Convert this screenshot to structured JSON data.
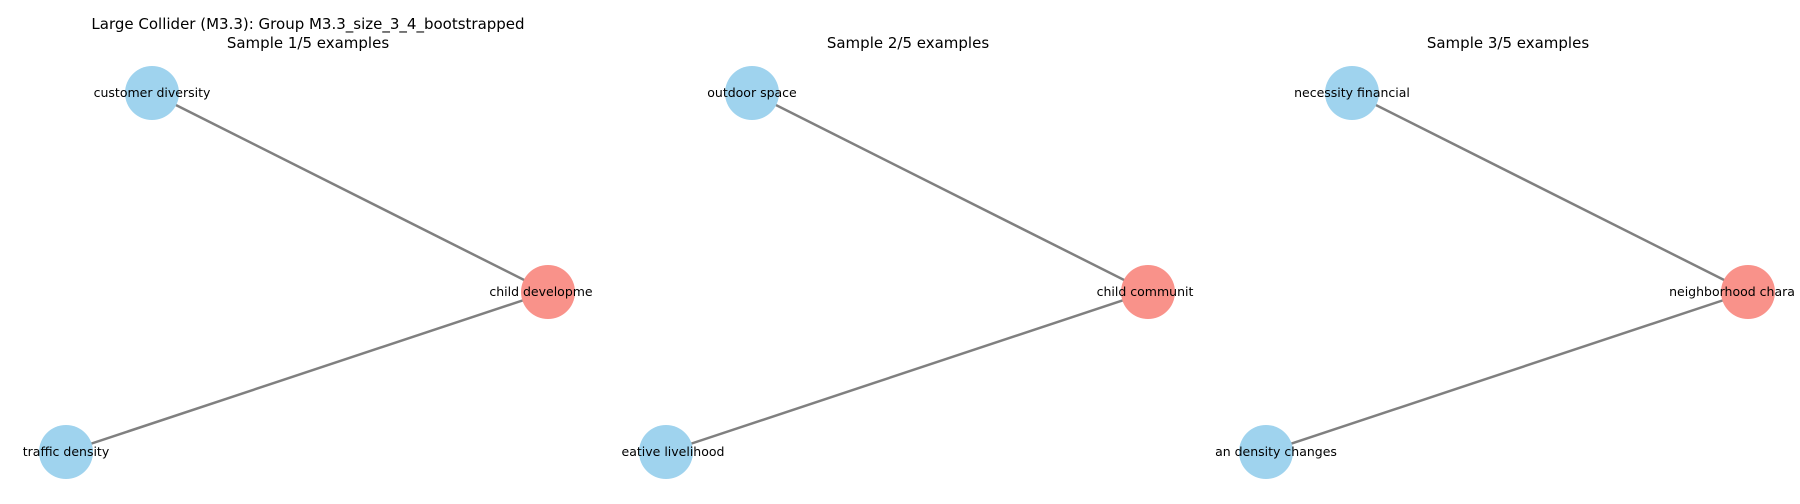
{
  "figure": {
    "suptitle_line1": "Large Collider (M3.3): Group M3.3_size_3_4_bootstrapped"
  },
  "colors": {
    "cause_node": "#9fd3ee",
    "collider_node": "#f9928a",
    "edge": "#808080"
  },
  "panels": [
    {
      "title": "Sample 1/5 examples",
      "nodes": {
        "top": "customer diversity",
        "bottom": "traffic density",
        "collider": "child developme"
      }
    },
    {
      "title": "Sample 2/5 examples",
      "nodes": {
        "top": "outdoor space",
        "bottom": "eative livelihood",
        "collider": "child communit"
      }
    },
    {
      "title": "Sample 3/5 examples",
      "nodes": {
        "top": "necessity financial",
        "bottom": "an density changes",
        "collider": "neighborhood chara"
      }
    }
  ]
}
